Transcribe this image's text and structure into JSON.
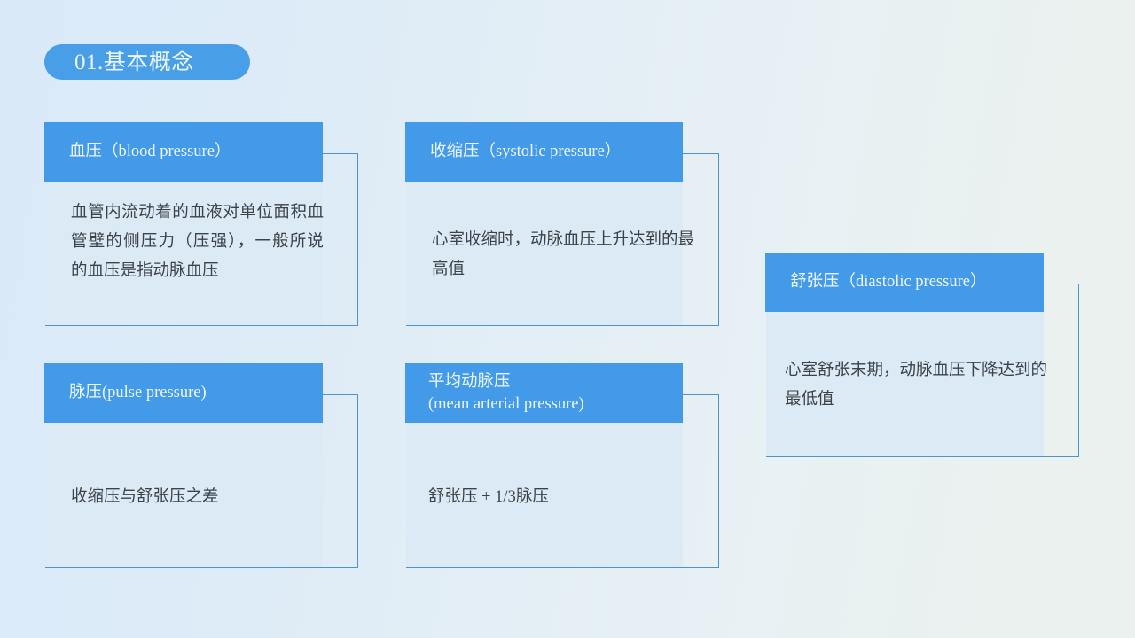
{
  "slide": {
    "section_title": "01.基本概念",
    "accent_color": "#439ae8",
    "pill_color": "#489fe8",
    "outline_color": "#4e94c8",
    "card_fill_color": "#dceaf6",
    "body_text_color": "#3c4348",
    "background_from": "#d9e9f8",
    "background_to": "#eaf1ee"
  },
  "cards": [
    {
      "id": "blood-pressure",
      "head_lines": [
        "血压（blood pressure）"
      ],
      "body": "血管内流动着的血液对单位面积血管壁的侧压力（压强），一般所说的血压是指动脉血压"
    },
    {
      "id": "systolic",
      "head_lines": [
        "收缩压（systolic pressure）"
      ],
      "body": "心室收缩时，动脉血压上升达到的最高值"
    },
    {
      "id": "diastolic",
      "head_lines": [
        "舒张压（diastolic pressure）"
      ],
      "body": "心室舒张末期，动脉血压下降达到的最低值"
    },
    {
      "id": "pulse",
      "head_lines": [
        "脉压(pulse pressure)"
      ],
      "body": "收缩压与舒张压之差"
    },
    {
      "id": "mean-arterial",
      "head_lines": [
        "平均动脉压",
        "(mean arterial pressure)"
      ],
      "body": "舒张压 + 1/3脉压"
    }
  ]
}
